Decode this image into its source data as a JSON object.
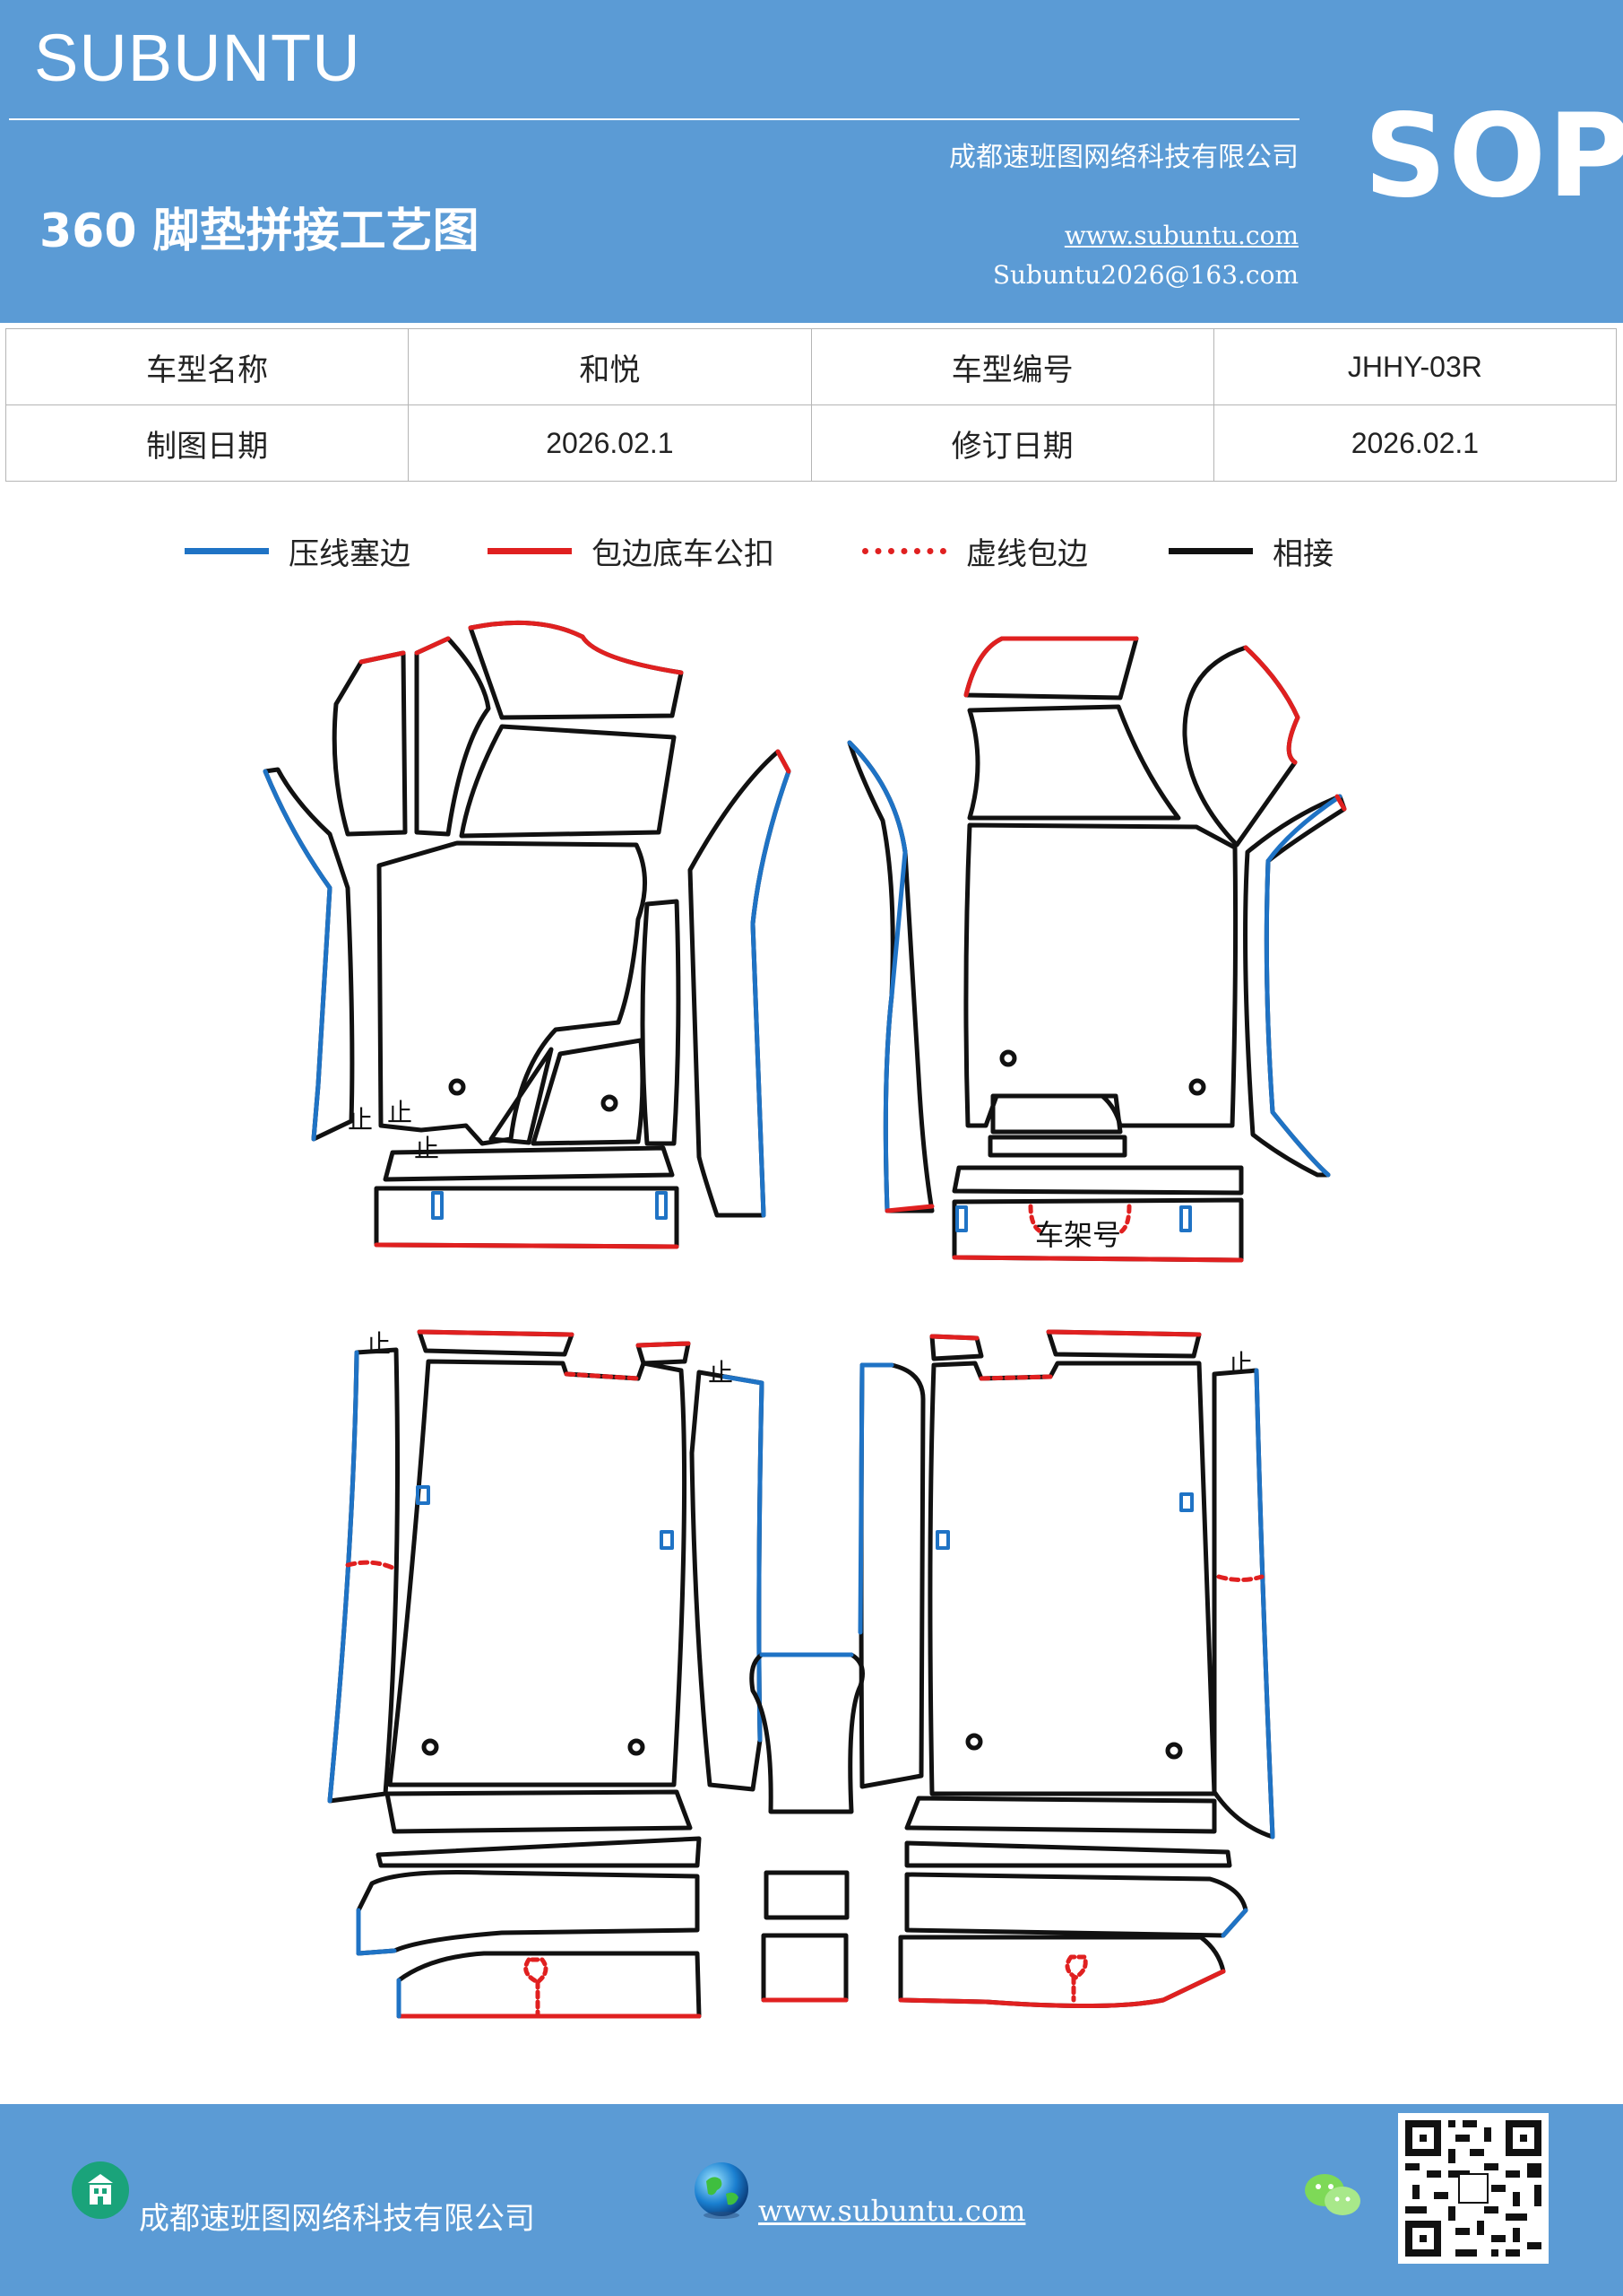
{
  "header": {
    "brand": "SUBUNTU",
    "company": "成都速班图网络科技有限公司",
    "title": "360 脚垫拼接工艺图",
    "website": "www.subuntu.com",
    "email": "Subuntu2026@163.com",
    "badge": "SOP"
  },
  "info_table": {
    "rows": [
      {
        "label1": "车型名称",
        "value1": "和悦",
        "label2": "车型编号",
        "value2": "JHHY-03R"
      },
      {
        "label1": "制图日期",
        "value1": "2026.02.1",
        "label2": "修订日期",
        "value2": "2026.02.1"
      }
    ]
  },
  "legend": [
    {
      "label": "压线塞边",
      "color": "#1f73c5",
      "style": "solid"
    },
    {
      "label": "包边底车公扣",
      "color": "#e02020",
      "style": "solid"
    },
    {
      "label": "虚线包边",
      "color": "#e02020",
      "style": "dotted"
    },
    {
      "label": "相接",
      "color": "#111111",
      "style": "solid"
    }
  ],
  "drawing": {
    "frame_label": "车架号",
    "stop_mark": "止"
  },
  "footer": {
    "company": "成都速班图网络科技有限公司",
    "website": "www.subuntu.com",
    "building_icon": "building-icon",
    "globe_icon": "globe-icon",
    "wechat_icon": "wechat-icon",
    "qr_icon": "qr-code-icon"
  }
}
